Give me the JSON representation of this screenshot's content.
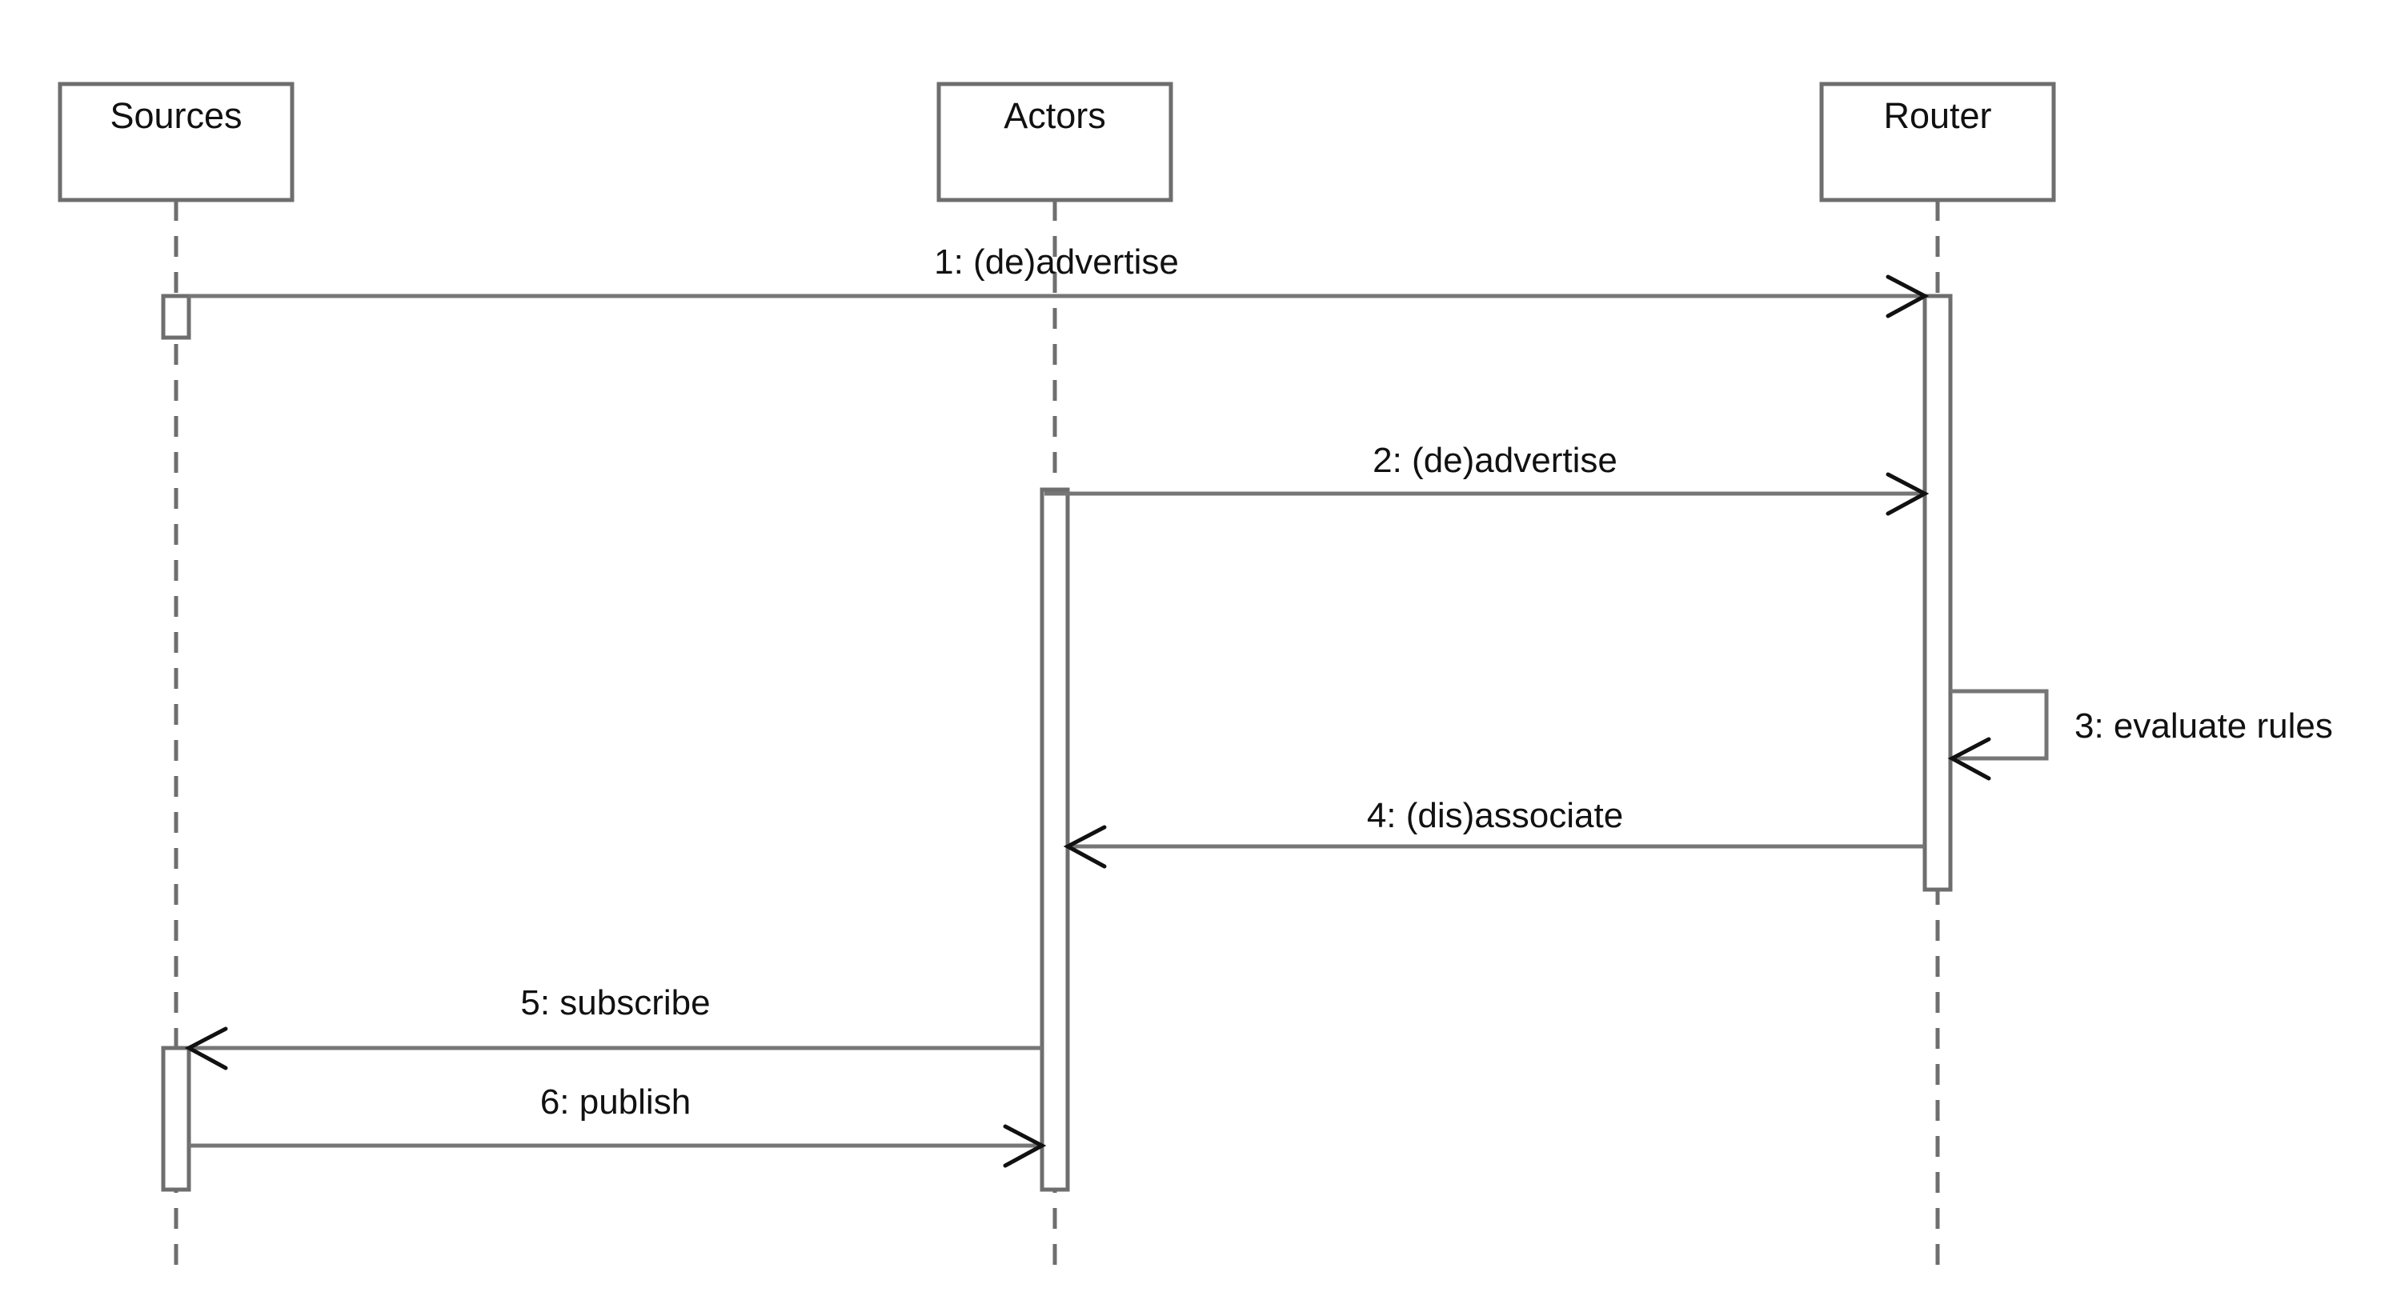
{
  "diagram": {
    "kind": "uml-sequence-diagram",
    "colors": {
      "background": "#ffffff",
      "stroke": "#6e6e6e",
      "message_line": "#767676",
      "arrowhead": "#111111",
      "text": "#111111"
    }
  },
  "participants": [
    {
      "name": "Sources"
    },
    {
      "name": "Actors"
    },
    {
      "name": "Router"
    }
  ],
  "messages": [
    {
      "label": "1: (de)advertise",
      "from": "Sources",
      "to": "Router",
      "kind": "call"
    },
    {
      "label": "2: (de)advertise",
      "from": "Actors",
      "to": "Router",
      "kind": "call"
    },
    {
      "label": "3: evaluate rules",
      "from": "Router",
      "to": "Router",
      "kind": "self"
    },
    {
      "label": "4: (dis)associate",
      "from": "Router",
      "to": "Actors",
      "kind": "call"
    },
    {
      "label": "5: subscribe",
      "from": "Actors",
      "to": "Sources",
      "kind": "call"
    },
    {
      "label": "6: publish",
      "from": "Sources",
      "to": "Actors",
      "kind": "call"
    }
  ]
}
